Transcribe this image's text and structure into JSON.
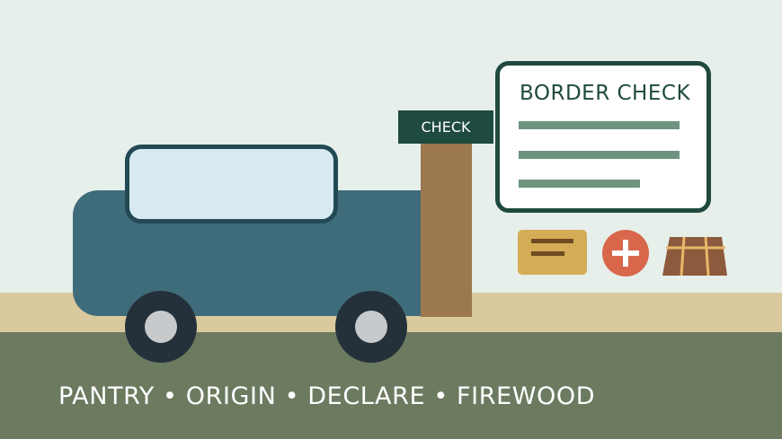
{
  "sign": {
    "label": "CHECK"
  },
  "panel": {
    "title": "BORDER CHECK"
  },
  "icons": [
    "card-icon",
    "plus-icon",
    "firewood-icon",
    "van-icon",
    "wheel-icon"
  ],
  "caption": "PANTRY • ORIGIN • DECLARE • FIREWOOD",
  "colors": {
    "sky": "#e6efea",
    "road": "#dac99c",
    "ground": "#6c7b60",
    "van": "#3f6c7a",
    "post": "#9b784e",
    "sign": "#1f4a40",
    "card": "#d5ac56",
    "plus": "#d8674c",
    "wood": "#8c5a3c"
  }
}
